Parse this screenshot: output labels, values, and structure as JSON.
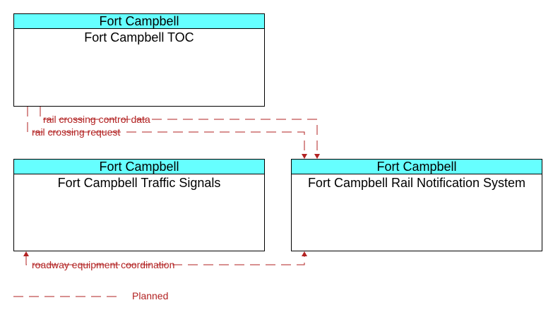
{
  "boxes": {
    "toc": {
      "group": "Fort Campbell",
      "name": "Fort Campbell TOC"
    },
    "signals": {
      "group": "Fort Campbell",
      "name": "Fort Campbell Traffic Signals"
    },
    "rail": {
      "group": "Fort Campbell",
      "name": "Fort Campbell Rail Notification System"
    }
  },
  "flows": {
    "control": "rail crossing control data",
    "request": "rail crossing request",
    "roadway": "roadway equipment coordination"
  },
  "legend": {
    "planned": "Planned"
  },
  "colors": {
    "header": "#66ffff",
    "flow": "#b22222",
    "border": "#000000"
  }
}
